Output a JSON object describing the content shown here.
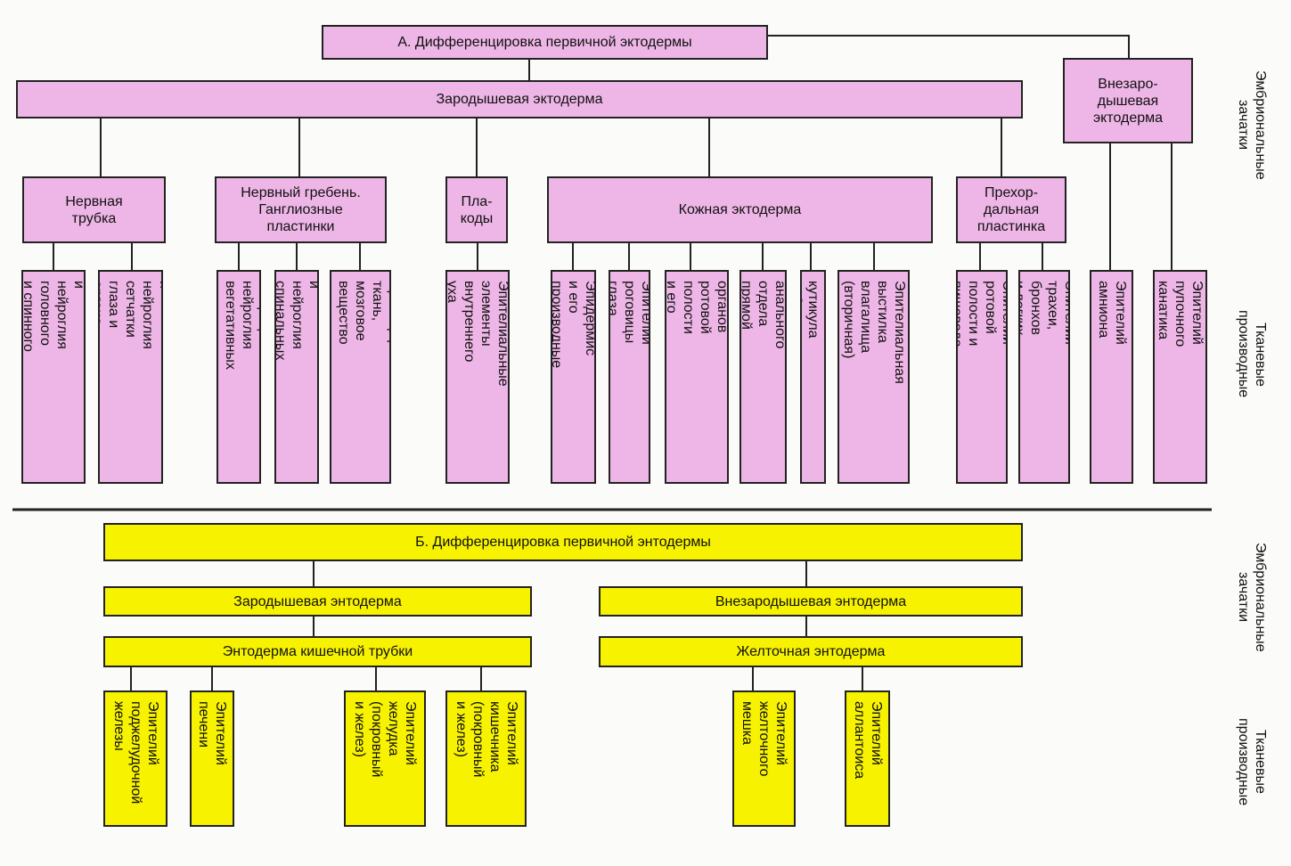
{
  "ectoderm": {
    "title": "А. Дифференцировка первичной эктодермы",
    "germinal": "Зародышевая эктодерма",
    "extra": "Внезаро-\nдышевая\nэктодерма",
    "primordia": {
      "neural_tube": "Нервная\nтрубка",
      "neural_crest": "Нервный гребень.\nГанглиозные\nпластинки",
      "placodes": "Пла-\nкоды",
      "skin": "Кожная эктодерма",
      "prechordal": "Прехор-\nдальная\nпластинка"
    },
    "tissues": [
      "Нейроциты и нейроглия\nголовного и спинного\nмозга",
      "Нейроциты и нейроглия\nсетчатки глаза и органа\nобоняния",
      "Нейроциты и нейроглия\nвегетативных ганглиев",
      "Нейроциты и нейроглия\nспинальных ганглиев",
      "Хромаффинная ткань,\nмозговое вещество\nнадпочечников",
      "Эпителиальные\nэлементы\nвнутреннего уха",
      "Эпидермис\nи его производные",
      "Эпителий роговицы\nглаза",
      "Эпителий органов\nротовой полости\nи его производные",
      "Эпителий анального\nотдела прямой кишки",
      "Эмаль и кутикула зуба",
      "Эпителиальная\nвыстилка\nвлагалища (вторичная)",
      "Эпителий ротовой\nполости и пищевода",
      "Эпителий трахеи,\nбронхов и легких",
      "Эпителий амниона",
      "Эпителий пупочного\nканатика"
    ]
  },
  "entoderm": {
    "title": "Б. Дифференцировка первичной энтодермы",
    "germinal": "Зародышевая энтодерма",
    "extra": "Внезародышевая энтодерма",
    "gut": "Энтодерма кишечной трубки",
    "yolk": "Желточная энтодерма",
    "tissues": [
      "Эпителий\nподжелудочной\nжелезы",
      "Эпителий\nпечени",
      "Эпителий\nжелудка\n(покровный\nи желез)",
      "Эпителий\nкишечника\n(покровный\nи желез)",
      "Эпителий\nжелточного\nмешка",
      "Эпителий\nаллантоиса"
    ]
  },
  "side_labels": {
    "primordia": "Эмбриональные\nзачатки",
    "tissues": "Тканевые\nпроизводные"
  },
  "colors": {
    "ectoderm": "#eeb6e6",
    "entoderm": "#f7f200",
    "line": "#222222"
  }
}
